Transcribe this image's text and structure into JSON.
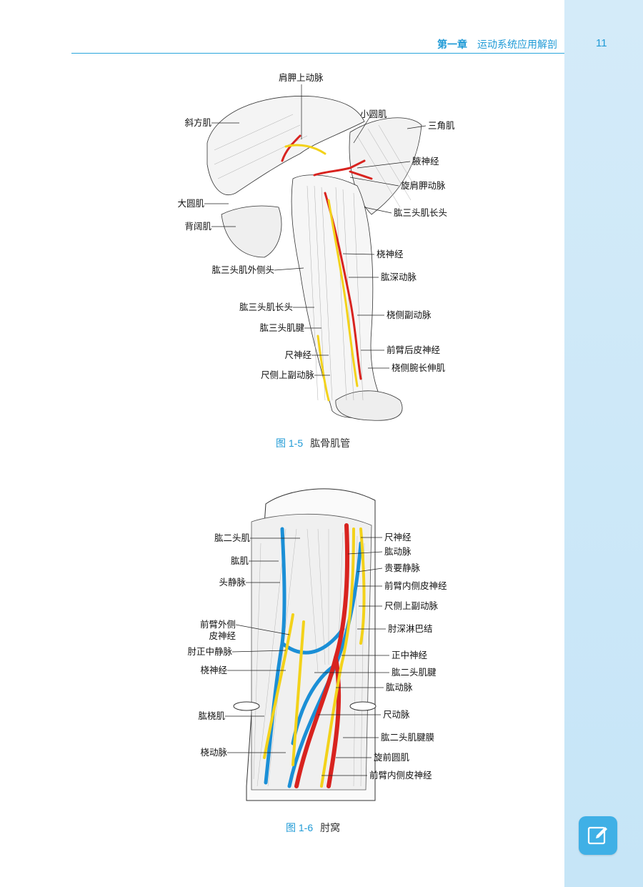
{
  "header": {
    "chapter": "第一章",
    "chapter_title": "运动系统应用解剖",
    "page_number": "11"
  },
  "figure1": {
    "caption_num": "图 1-5",
    "caption_title": "肱骨肌管",
    "labels_left": [
      "斜方肌",
      "大圆肌",
      "背阔肌",
      "肱三头肌外侧头",
      "肱三头肌长头",
      "肱三头肌腱",
      "尺神经",
      "尺侧上副动脉"
    ],
    "labels_top": [
      "肩胛上动脉",
      "小圆肌"
    ],
    "labels_right": [
      "三角肌",
      "腋神经",
      "旋肩胛动脉",
      "肱三头肌长头",
      "桡神经",
      "肱深动脉",
      "桡侧副动脉",
      "前臂后皮神经",
      "桡侧腕长伸肌"
    ]
  },
  "figure2": {
    "caption_num": "图 1-6",
    "caption_title": "肘窝",
    "labels_left": [
      "肱二头肌",
      "肱肌",
      "头静脉",
      "前臂外侧",
      "皮神经",
      "肘正中静脉",
      "桡神经",
      "肱桡肌",
      "桡动脉"
    ],
    "labels_right": [
      "尺神经",
      "肱动脉",
      "贵要静脉",
      "前臂内侧皮神经",
      "尺侧上副动脉",
      "肘深淋巴结",
      "正中神经",
      "肱二头肌腱",
      "肱动脉",
      "尺动脉",
      "肱二头肌腱膜",
      "旋前圆肌",
      "前臂内侧皮神经"
    ]
  },
  "colors": {
    "accent": "#1f9ad6",
    "artery": "#d8231f",
    "nerve": "#f3d21a",
    "vein": "#1b8fd6"
  },
  "icons": {
    "note_button": "edit-note-icon"
  }
}
